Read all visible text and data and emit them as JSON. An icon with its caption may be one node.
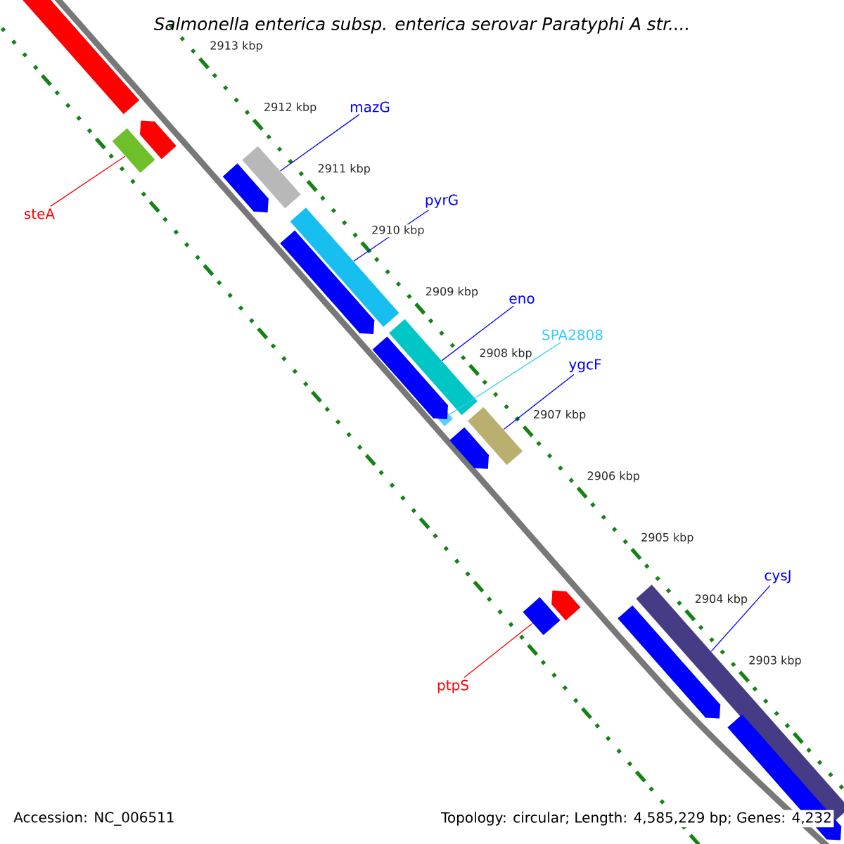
{
  "diagram": {
    "title": "Salmonella enterica subsp. enterica serovar Paratyphi A str....",
    "nodes": [
      {
        "text": [
          "mazG"
        ]
      },
      {
        "text": [
          "pyrG"
        ]
      },
      {
        "text": [
          "steA"
        ]
      },
      {
        "text": [
          "eno"
        ]
      },
      {
        "text": [
          "SPA2808"
        ]
      },
      {
        "text": [
          "ygcF"
        ]
      },
      {
        "text": [
          "cysJ"
        ]
      },
      {
        "text": [
          "ptpS"
        ]
      },
      {
        "text": [],
        "shape": "bar"
      },
      {
        "text": [],
        "shape": "bar"
      },
      {
        "text": [],
        "shape": "bar"
      },
      {
        "text": [],
        "shape": "bar"
      },
      {
        "text": [],
        "shape": "bar"
      },
      {
        "text": [],
        "shape": "bar"
      },
      {
        "text": [],
        "shape": "bar"
      },
      {
        "text": [],
        "shape": "bar"
      },
      {
        "text": [],
        "shape": "bar"
      },
      {
        "text": [],
        "shape": "bar"
      },
      {
        "text": [],
        "shape": "bar"
      },
      {
        "text": [],
        "shape": "bar"
      },
      {
        "text": [],
        "shape": "bar"
      },
      {
        "text": [],
        "shape": "bar"
      },
      {
        "text": [],
        "shape": "bar"
      },
      {
        "text": [],
        "shape": "bar"
      },
      {
        "text": [],
        "shape": "bar"
      }
    ],
    "edges": [
      {
        "from": 0,
        "to": 9,
        "arrow": "none"
      },
      {
        "from": 1,
        "to": 10,
        "arrow": "none"
      },
      {
        "from": 2,
        "to": 8,
        "arrow": "none",
        "color": "#ff0000"
      },
      {
        "from": 3,
        "to": 11,
        "arrow": "none"
      },
      {
        "from": 4,
        "to": 12,
        "arrow": "none",
        "color": "#33ccff"
      },
      {
        "from": 5,
        "to": 13,
        "arrow": "none"
      },
      {
        "from": 6,
        "to": 14,
        "arrow": "none"
      },
      {
        "from": 7,
        "to": 15,
        "arrow": "none",
        "color": "#ff0000"
      }
    ],
    "labels": [
      "2913 kbp",
      "2912 kbp",
      "2911 kbp",
      "2910 kbp",
      "2909 kbp",
      "2908 kbp",
      "2907 kbp",
      "2906 kbp",
      "2905 kbp",
      "2904 kbp",
      "2903 kbp",
      "Accession: NC_006511",
      "Topology: circular; Length: 4,585,229 bp; Genes: 4,232"
    ]
  }
}
